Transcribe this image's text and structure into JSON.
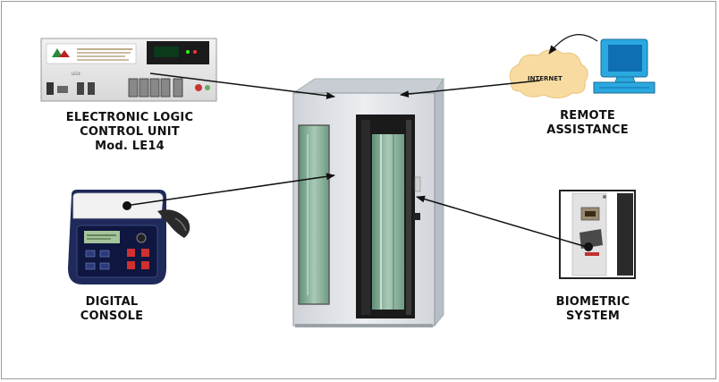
{
  "labels": {
    "control_unit": [
      "ELECTRONIC LOGIC",
      "CONTROL UNIT",
      "Mod. LE14"
    ],
    "digital_console": [
      "DIGITAL",
      "CONSOLE"
    ],
    "remote_assistance": [
      "REMOTE",
      "ASSISTANCE"
    ],
    "biometric_system": [
      "BIOMETRIC",
      "SYSTEM"
    ]
  },
  "cloud_text": "INTERNET",
  "panel_text": [
    "LE14"
  ],
  "colors": {
    "cabinet": "#e3e6ea",
    "glass": "#7fae95",
    "cloud": "#f8dba0",
    "monitor": "#2aa9e0",
    "console_body": "#1f2a5a",
    "arrow": "#111111"
  },
  "icons": [
    "computer-icon",
    "internet-cloud-icon"
  ]
}
